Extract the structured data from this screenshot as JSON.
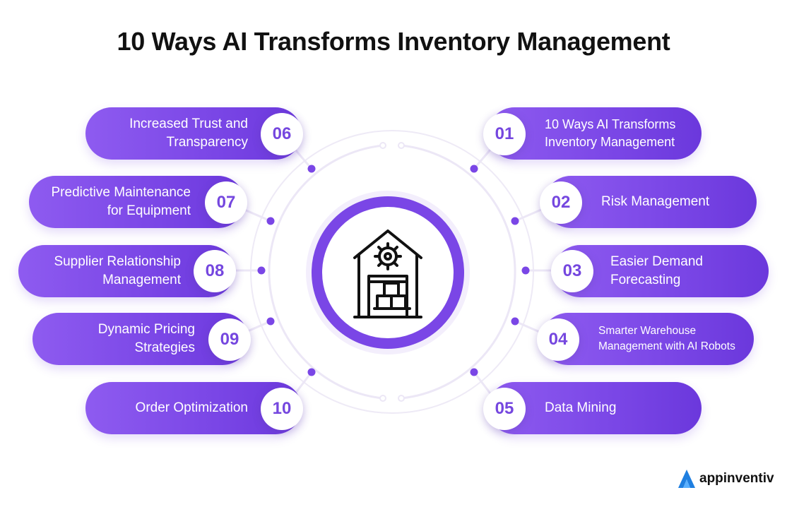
{
  "title": "10 Ways AI Transforms Inventory Management",
  "items": [
    {
      "num": "01",
      "label": "10 Ways AI Transforms\nInventory Management"
    },
    {
      "num": "02",
      "label": "Risk Management"
    },
    {
      "num": "03",
      "label": "Easier Demand\nForecasting"
    },
    {
      "num": "04",
      "label": "Smarter Warehouse\nManagement with AI Robots"
    },
    {
      "num": "05",
      "label": "Data Mining"
    },
    {
      "num": "06",
      "label": "Increased Trust and\nTransparency"
    },
    {
      "num": "07",
      "label": "Predictive Maintenance\nfor Equipment"
    },
    {
      "num": "08",
      "label": "Supplier Relationship\nManagement"
    },
    {
      "num": "09",
      "label": "Dynamic Pricing\nStrategies"
    },
    {
      "num": "10",
      "label": "Order Optimization"
    }
  ],
  "center_icon": "warehouse-gear-icon",
  "logo": {
    "text": "appinventiv",
    "icon": "appinventiv-logo-icon"
  },
  "colors": {
    "accent": "#7A46E6",
    "badge_text": "#7547DF",
    "title": "#111111"
  }
}
